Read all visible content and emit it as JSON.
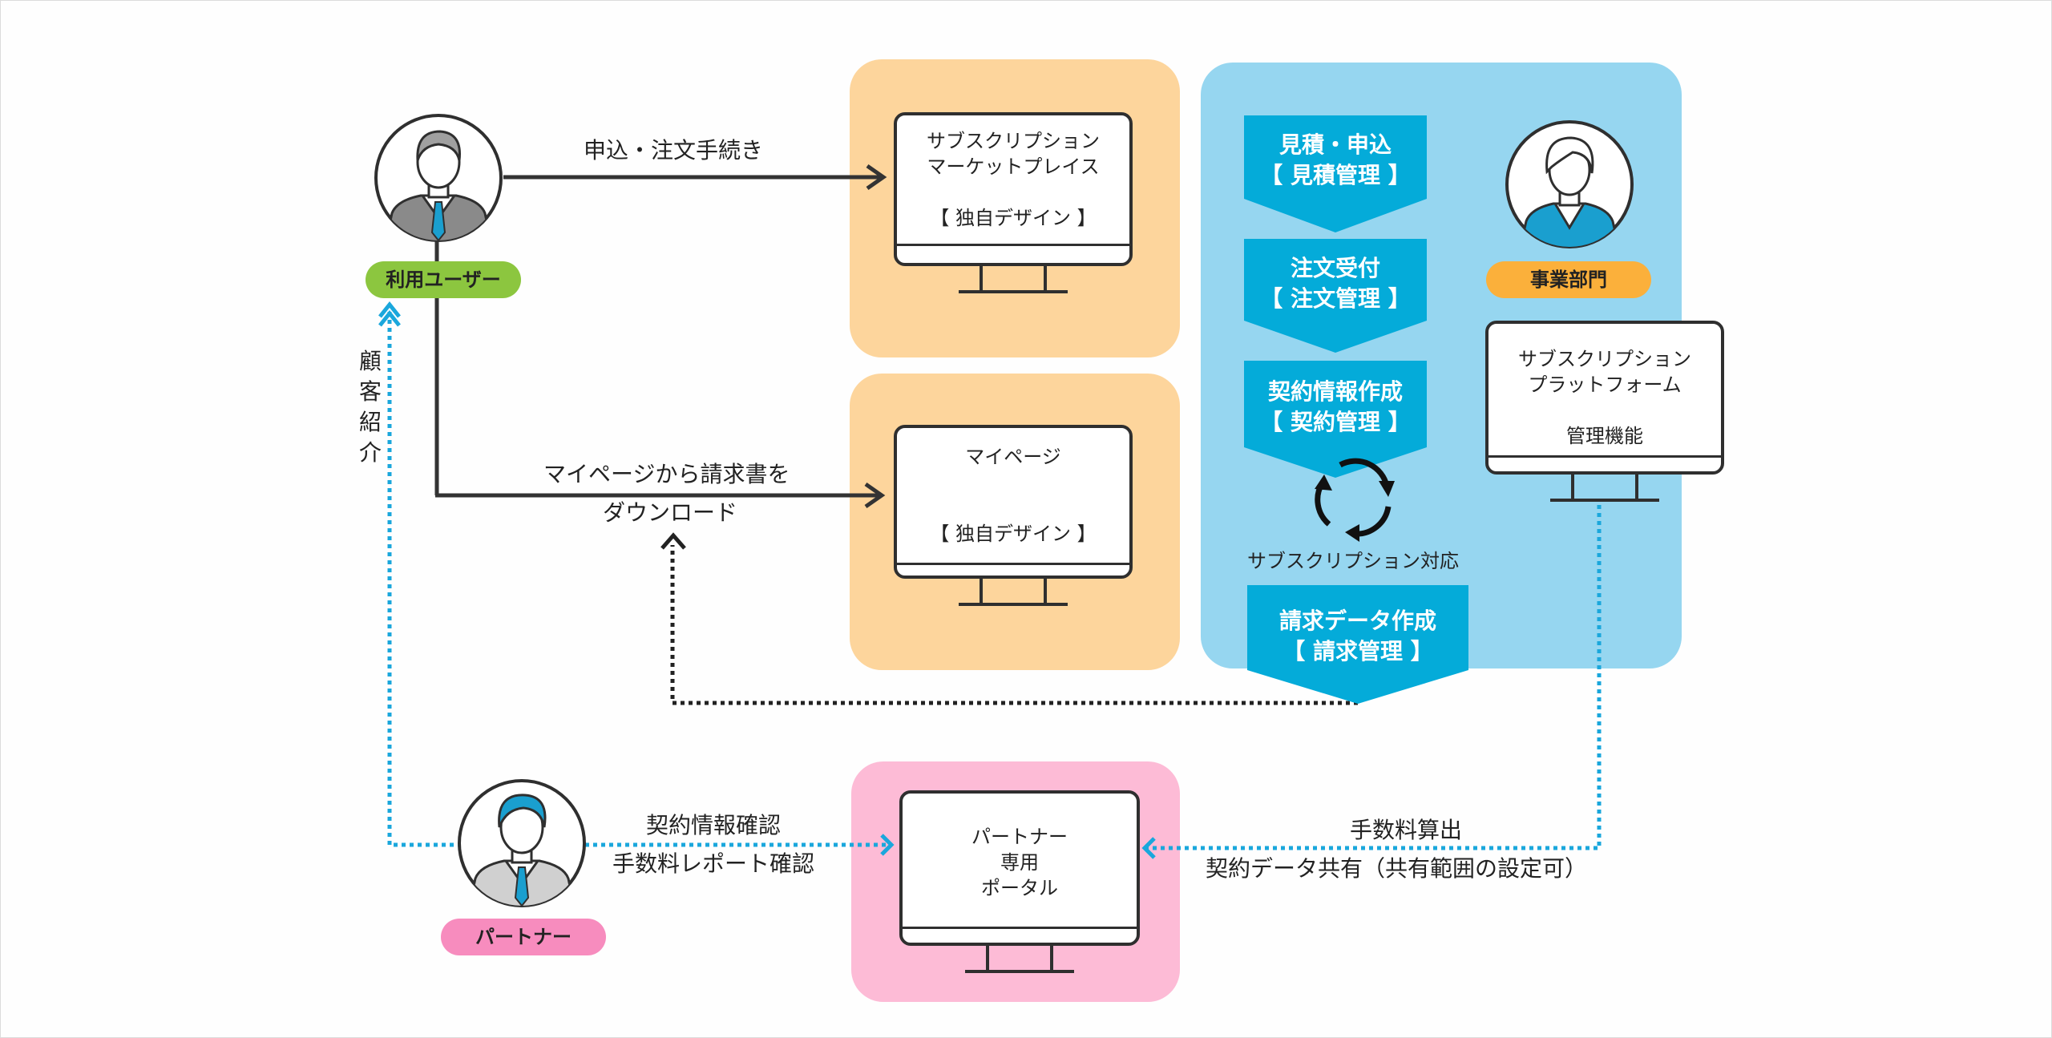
{
  "colors": {
    "orange_panel": "#fdd59c",
    "blue_panel": "#96d6f0",
    "pink_panel": "#fdbbd6",
    "step_blue": "#04abd9",
    "green_pill": "#8cc63f",
    "orange_pill": "#fbb03b",
    "pink_pill": "#f78cbe",
    "dotted_blue": "#1aa7dc",
    "dark_line": "#333333"
  },
  "actors": {
    "user": {
      "label": "利用ユーザー",
      "icon": "businessman-icon"
    },
    "business": {
      "label": "事業部門",
      "icon": "businesswoman-icon"
    },
    "partner": {
      "label": "パートナー",
      "icon": "partner-man-icon"
    }
  },
  "monitors": {
    "marketplace": {
      "text": "サブスクリプション\nマーケットプレイス\n\n【 独自デザイン 】"
    },
    "mypage": {
      "text": "マイページ\n\n\n【 独自デザイン 】"
    },
    "platform": {
      "text": "サブスクリプション\nプラットフォーム\n\n管理機能"
    },
    "portal": {
      "text": "パートナー\n専用\nポータル"
    }
  },
  "steps": [
    {
      "text": "見積・申込\n【 見積管理 】"
    },
    {
      "text": "注文受付\n【 注文管理 】"
    },
    {
      "text": "契約情報作成\n【 契約管理 】"
    },
    {
      "text": "請求データ作成\n【 請求管理 】"
    }
  ],
  "cycle_label": "サブスクリプション対応",
  "arrows": {
    "order": "申込・注文手続き",
    "download_line1": "マイページから請求書を",
    "download_line2": "ダウンロード",
    "referral": "顧\n客\n紹\n介",
    "partner_line1": "契約情報確認",
    "partner_line2": "手数料レポート確認",
    "share_line1": "手数料算出",
    "share_line2": "契約データ共有（共有範囲の設定可）"
  }
}
